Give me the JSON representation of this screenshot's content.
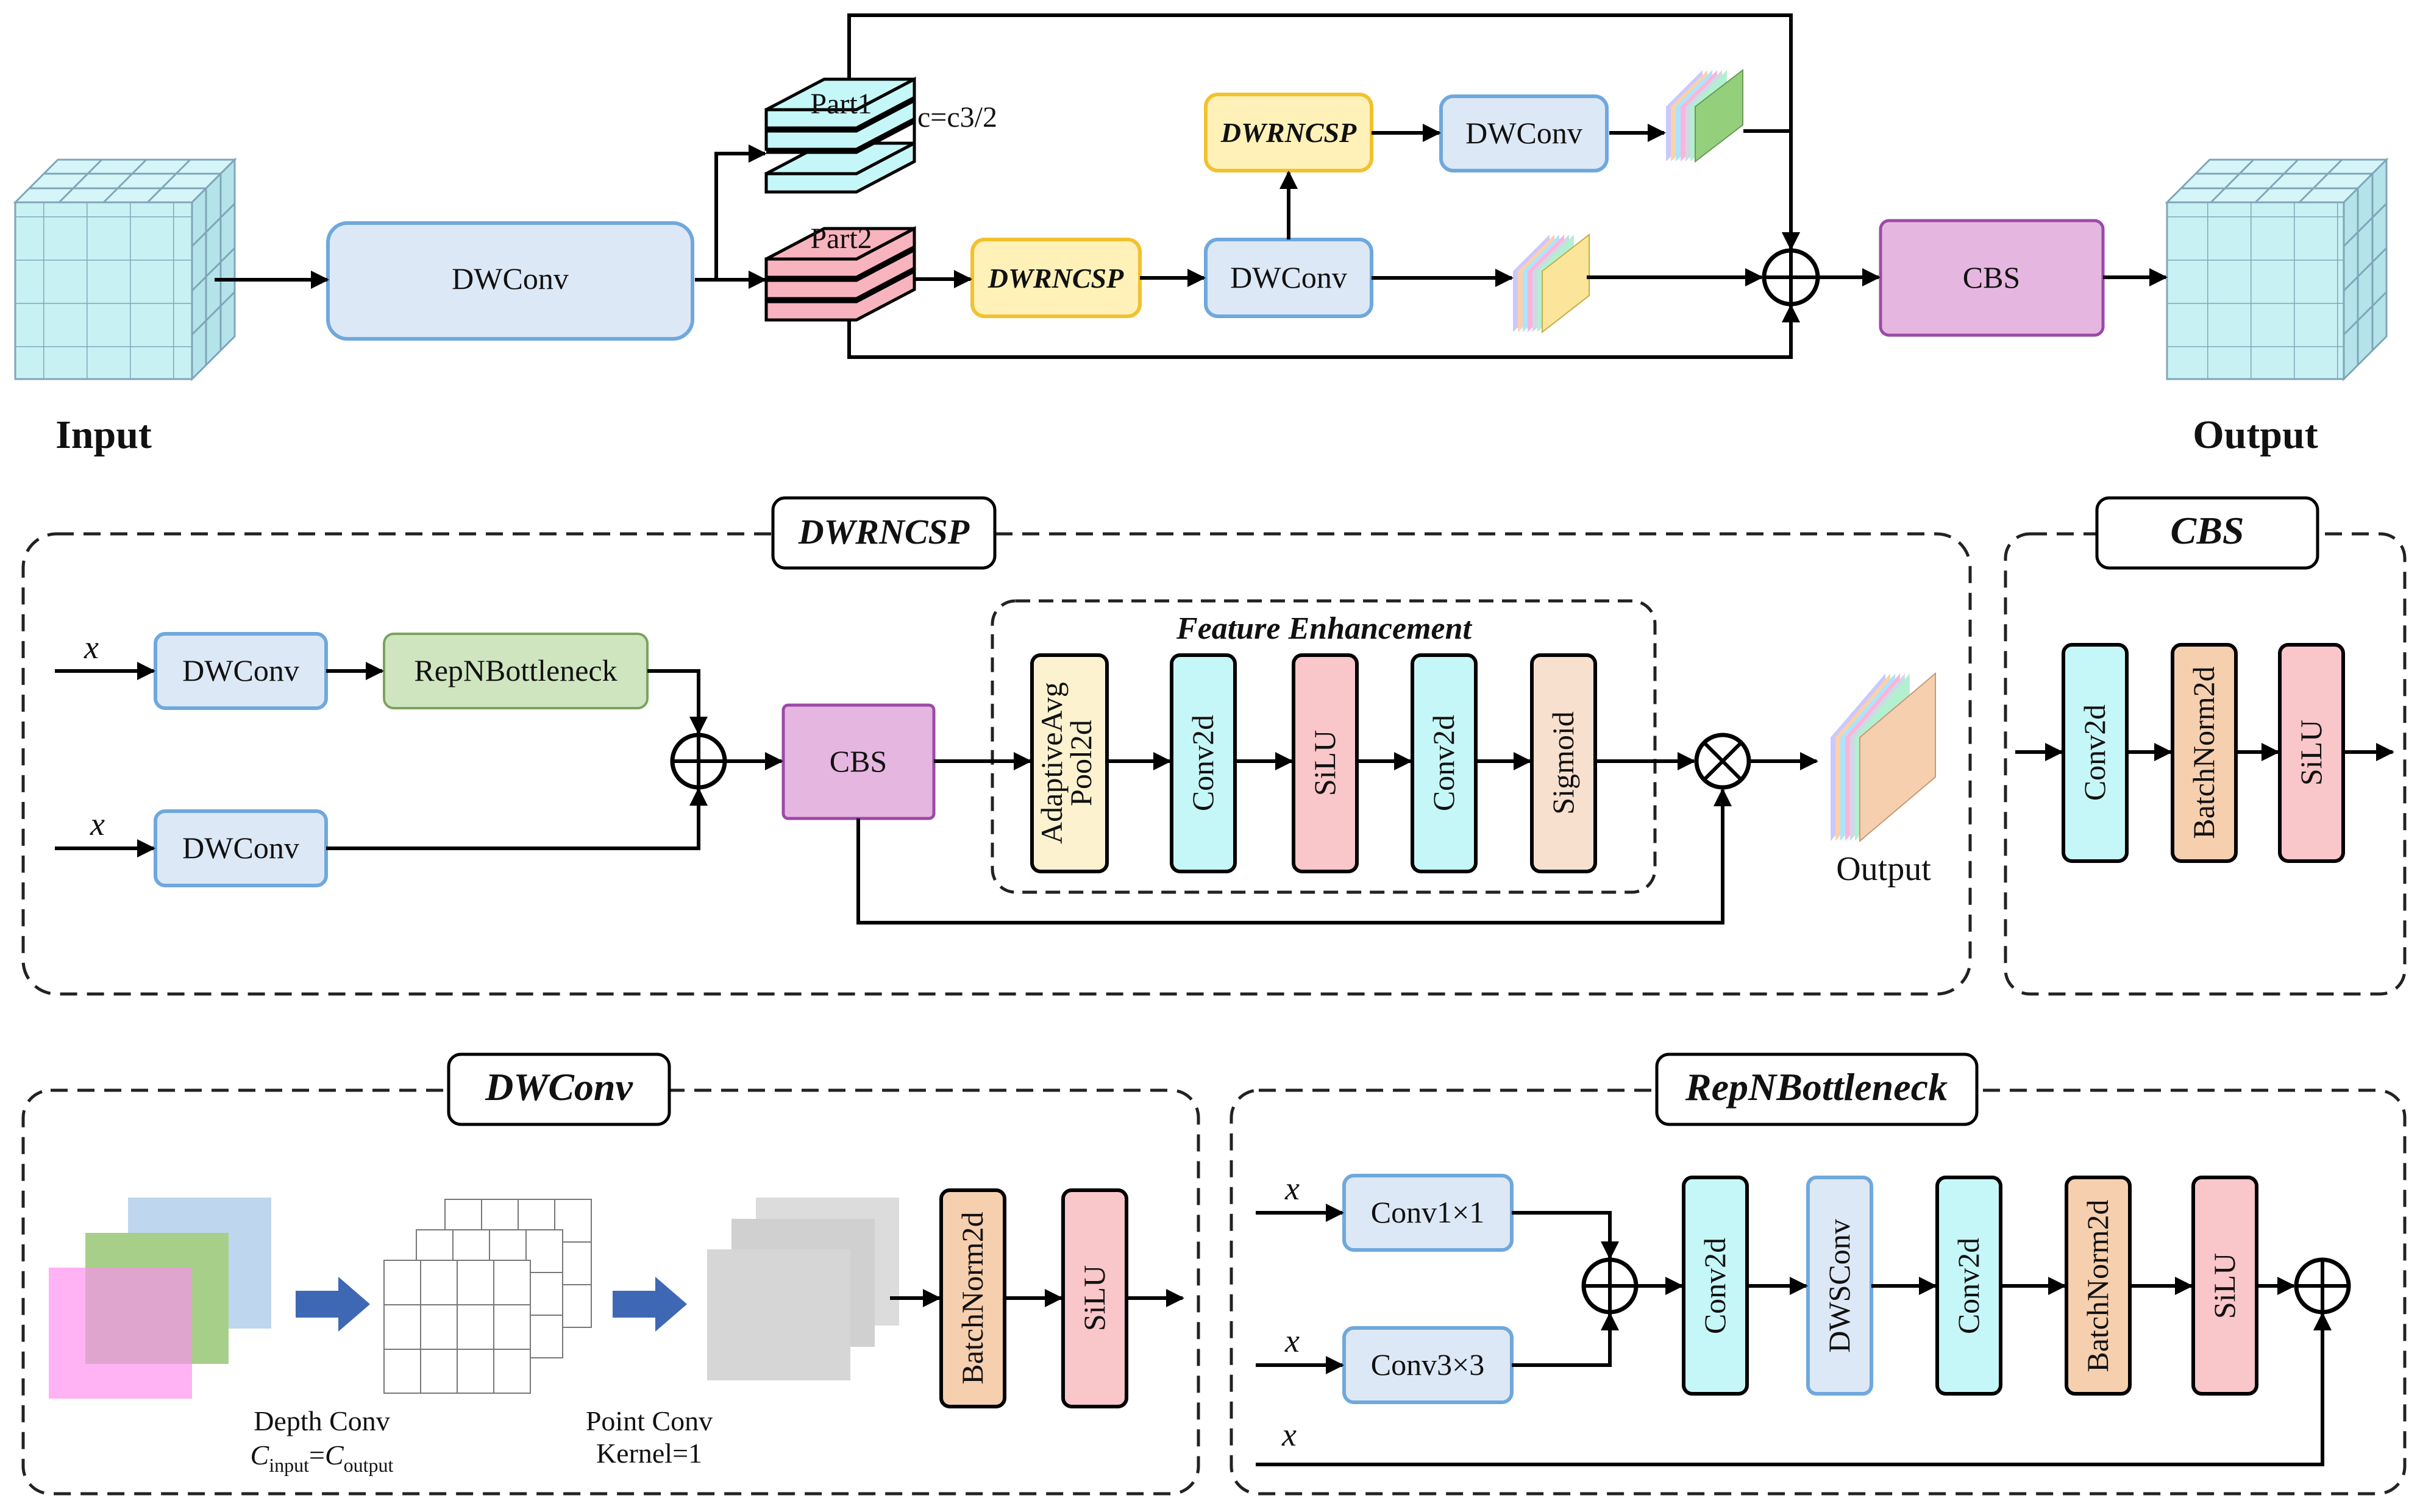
{
  "top": {
    "input_label": "Input",
    "output_label": "Output",
    "dwconv_main": "DWConv",
    "part1": "Part1",
    "part2": "Part2",
    "channel_note": "c=c3/2",
    "dwrncsp_a": "DWRNCSP",
    "dwrncsp_b": "DWRNCSP",
    "dwconv_a": "DWConv",
    "dwconv_b": "DWConv",
    "cbs": "CBS"
  },
  "dwrncsp_panel": {
    "title": "DWRNCSP",
    "x1": "x",
    "x2": "x",
    "dwconv_1": "DWConv",
    "dwconv_2": "DWConv",
    "repn": "RepNBottleneck",
    "cbs": "CBS",
    "fe_title": "Feature Enhancement",
    "pool_line1": "AdaptiveAvg",
    "pool_line2": "Pool2d",
    "conv2d_1": "Conv2d",
    "silu": "SiLU",
    "conv2d_2": "Conv2d",
    "sigmoid": "Sigmoid",
    "output": "Output"
  },
  "cbs_panel": {
    "title": "CBS",
    "conv2d": "Conv2d",
    "batchnorm": "BatchNorm2d",
    "silu": "SiLU"
  },
  "dwconv_panel": {
    "title": "DWConv",
    "depth_conv": "Depth Conv",
    "c_letter_1": "C",
    "c_sub_1": "input",
    "equals": "=",
    "c_letter_2": "C",
    "c_sub_2": "output",
    "point_conv": "Point Conv",
    "kernel": "Kernel=1",
    "batchnorm": "BatchNorm2d",
    "silu": "SiLU"
  },
  "repn_panel": {
    "title": "RepNBottleneck",
    "x1": "x",
    "x2": "x",
    "x3": "x",
    "conv1x1": "Conv1×1",
    "conv3x3": "Conv3×3",
    "conv2d_1": "Conv2d",
    "dwsconv": "DWSConv",
    "conv2d_2": "Conv2d",
    "batchnorm": "BatchNorm2d",
    "silu": "SiLU"
  },
  "colors": {
    "dwconv_fill": "#dde8f6",
    "dwconv_stroke": "#6fa8dc",
    "dwrncsp_fill": "#fff1b8",
    "dwrncsp_stroke": "#f2c12e",
    "cbs_fill": "#e5b7e0",
    "cbs_stroke": "#9b4aa8",
    "cyan_fill": "#c6f7f8",
    "pink_fill": "#f9c6c9",
    "peach_fill": "#f6cfae",
    "cream_fill": "#fdf2cf",
    "sigmoid_fill": "#f8e0cf",
    "repn_fill": "#cfe5bf",
    "cube_fill": "#c8f1f4",
    "cube_line": "#7fa6b8",
    "part1_fill": "#c6f7f8",
    "part2_fill": "#f8b4be"
  }
}
